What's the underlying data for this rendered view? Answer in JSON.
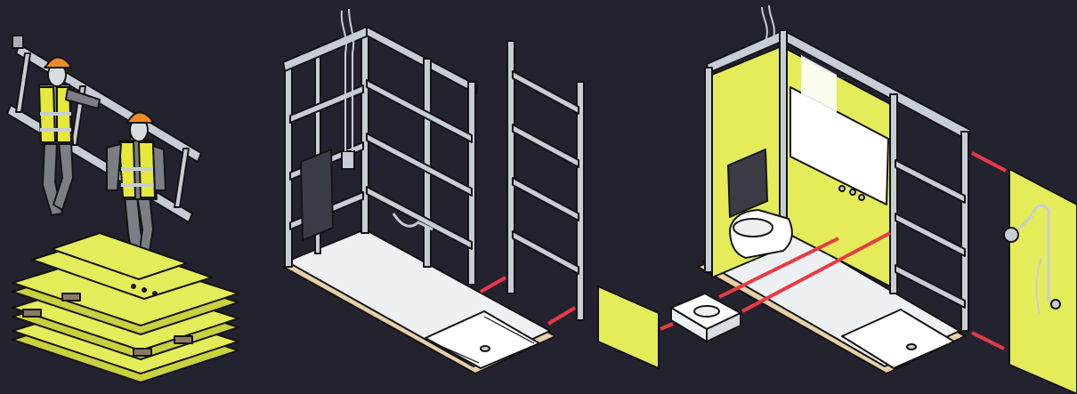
{
  "palette": {
    "background": "#23222f",
    "frame_metal": "#c7cdd6",
    "frame_shadow": "#8a919c",
    "panel_yellow": "#e4ec5a",
    "panel_yellow_dark": "#c9d13e",
    "hard_hat": "#f08a24",
    "hi_vis_vest": "#e6e83a",
    "workwear": "#7a7f86",
    "skin": "#d9dde2",
    "tray_white": "#eef1f3",
    "floor_base": "#e7cfa8",
    "cable_red": "#ea3a44",
    "outline": "#141414"
  },
  "scene": {
    "stages": [
      {
        "name": "stage-1-delivery",
        "items": [
          "worker-left",
          "worker-right",
          "ladder-frame",
          "panel-stack"
        ]
      },
      {
        "name": "stage-2-frame",
        "items": [
          "frame-assembly",
          "shower-tray",
          "loose-side-frame"
        ]
      },
      {
        "name": "stage-3-fitted",
        "items": [
          "fitted-pod",
          "wall-hung-toilet",
          "basin",
          "loose-panel-left",
          "shower-wall-panel",
          "shower-head"
        ]
      }
    ]
  }
}
